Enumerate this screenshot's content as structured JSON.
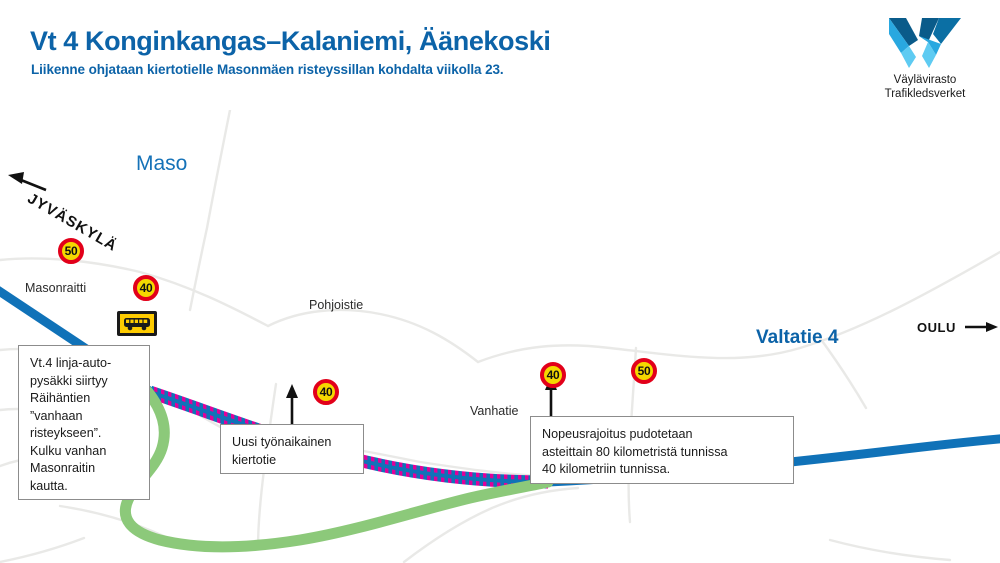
{
  "header": {
    "title": "Vt 4 Konginkangas–Kalaniemi, Äänekoski",
    "subtitle": "Liikenne ohjataan kiertotielle Masonmäen risteyssillan kohdalta viikolla 23."
  },
  "logo": {
    "name": "vaylavirasto-logo",
    "line1": "Väylävirasto",
    "line2": "Trafikledsverket",
    "colors": {
      "dark_blue": "#0b6fa4",
      "mid_blue": "#29a8e0",
      "light_blue": "#5ecbf2",
      "deep_blue": "#0a5b8a"
    }
  },
  "map": {
    "place_labels": {
      "maso": "Maso",
      "masonraitti": "Masonraitti",
      "pohjoistie": "Pohjoistie",
      "vanhatie": "Vanhatie"
    },
    "road_labels": {
      "valtatie": "Valtatie 4",
      "oulu": "OULU",
      "jyvaskyla": "JYVÄSKYLÄ"
    },
    "colors": {
      "highway_blue": "#1072b8",
      "detour_green": "#8cc97a",
      "closed_magenta": "#e0009a",
      "minor_road_gray": "#e8e8e6",
      "sign_yellow": "#f5d800",
      "sign_red": "#e2001a",
      "bus_sign_yellow": "#ffcc00",
      "label_blue": "#0c63a8"
    },
    "speed_signs": [
      {
        "id": "speed-sign-50-west",
        "value": "50"
      },
      {
        "id": "speed-sign-40-west",
        "value": "40"
      },
      {
        "id": "speed-sign-40-detour",
        "value": "40"
      },
      {
        "id": "speed-sign-40-east",
        "value": "40"
      },
      {
        "id": "speed-sign-50-east",
        "value": "50"
      }
    ],
    "bus_stop_sign": {
      "id": "bus-stop-sign",
      "icon": "bus-icon"
    },
    "callouts": [
      {
        "id": "callout-bus-stop",
        "text": "Vt.4 linja-auto-\npysäkki siirtyy\nRäihäntien\n”vanhaan\nristeykseen”.\nKulku vanhan\nMasonraitin\nkautta."
      },
      {
        "id": "callout-detour",
        "text": "Uusi työnaikainen\nkiertotie"
      },
      {
        "id": "callout-speed-limit",
        "text": "Nopeusrajoitus pudotetaan\nasteittain 80 kilometristä tunnissa\n40 kilometriin tunnissa."
      }
    ]
  }
}
